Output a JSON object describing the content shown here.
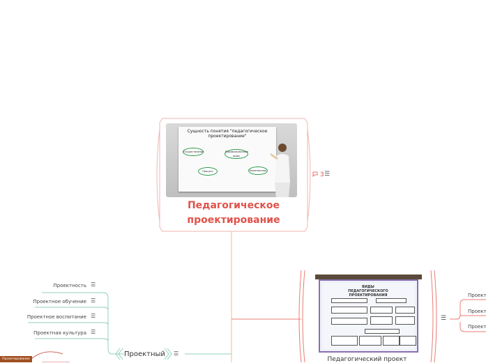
{
  "central": {
    "title_line1": "Педагогическое",
    "title_line2": "проектирование",
    "image": {
      "board_title": "Сущность понятия \"педагогическое проектирование\"",
      "ellipses": [
        "Осуществление",
        "Взаимосвязанные виды",
        "Процесс",
        "Комплексная"
      ]
    },
    "comment_icon": "speech-bubble-icon",
    "comment_count": "3",
    "menu_icon": "hamburger-icon",
    "menu_glyph": "☰"
  },
  "left_branch": {
    "label": "Проектный",
    "menu_glyph": "☰",
    "items": [
      {
        "label": "Проектность"
      },
      {
        "label": "Проектное обучение"
      },
      {
        "label": "Проектное воспитание"
      },
      {
        "label": "Проектная культура"
      }
    ],
    "bottom_card_text": "Проектирование"
  },
  "right_branch": {
    "title": "Педагогический проект",
    "menu_glyph": "☰",
    "image_title": "ВИДЫ ПЕДАГОГИЧЕСКОГО ПРОЕКТИРОВАНИЯ",
    "items": [
      {
        "label": "Проект"
      },
      {
        "label": "Проект"
      },
      {
        "label": "Проект"
      }
    ]
  },
  "colors": {
    "accent": "#e0524a",
    "central_border": "#f0b5ad",
    "left_line": "#8fd0b8",
    "trunk_line": "#f0c36e",
    "right_line": "#e97c74"
  }
}
